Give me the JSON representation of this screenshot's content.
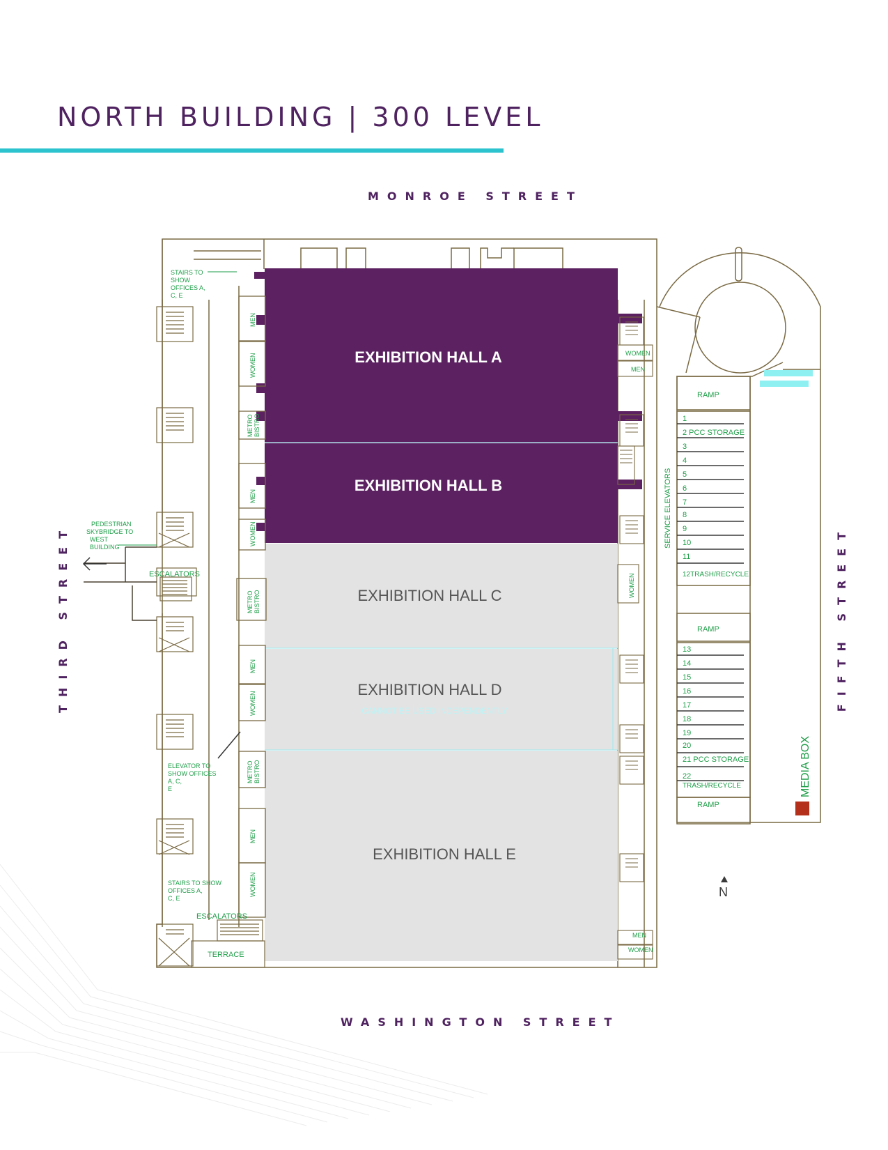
{
  "page": {
    "title": "NORTH BUILDING | 300 LEVEL"
  },
  "streets": {
    "north": "MONROE STREET",
    "south": "WASHINGTON STREET",
    "west": "THIRD STREET",
    "east": "FIFTH STREET"
  },
  "halls": {
    "a": "EXHIBITION HALL A",
    "b": "EXHIBITION HALL B",
    "c": "EXHIBITION HALL C",
    "d": "EXHIBITION HALL D",
    "d_note": "CANNOT BE USED INDEPENDENTLY",
    "e": "EXHIBITION HALL E"
  },
  "amenities": {
    "men": "MEN",
    "women": "WOMEN",
    "metro_bistro_1": "METRO",
    "metro_bistro_2": "BISTRO",
    "escalators": "ESCALATORS",
    "terrace": "TERRACE",
    "service_elevators": "SERVICE ELEVATORS",
    "ramp": "RAMP",
    "stairs_top": [
      "STAIRS TO",
      "SHOW",
      "OFFICES A,",
      "C, E"
    ],
    "skybridge": [
      "PEDESTRIAN",
      "SKYBRIDGE TO",
      "WEST",
      "BUILDING"
    ],
    "elevator_offices": [
      "ELEVATOR TO",
      "SHOW OFFICES",
      "A, C,",
      "E"
    ],
    "stairs_bottom": [
      "STAIRS TO SHOW",
      "OFFICES A,",
      "C, E"
    ]
  },
  "docks": {
    "upper": [
      "1",
      "2 PCC STORAGE",
      "3",
      "4",
      "5",
      "6",
      "7",
      "8",
      "9",
      "10",
      "11",
      "12TRASH/RECYCLE"
    ],
    "lower": [
      "13",
      "14",
      "15",
      "16",
      "17",
      "18",
      "19",
      "20",
      "21 PCC STORAGE",
      "22",
      "TRASH/RECYCLE"
    ]
  },
  "legend": {
    "media_box": "MEDIA BOX",
    "media_box_color": "#b5301a"
  },
  "compass": {
    "north": "N"
  },
  "colors": {
    "title": "#4f2260",
    "accent_rule": "#2cc3cf",
    "hall_available": "#5b2160",
    "hall_unavailable": "#e3e3e3",
    "outline": "#7a6a44",
    "label_green": "#1e9e48",
    "skybridge_cyan": "#8ff0f2"
  }
}
